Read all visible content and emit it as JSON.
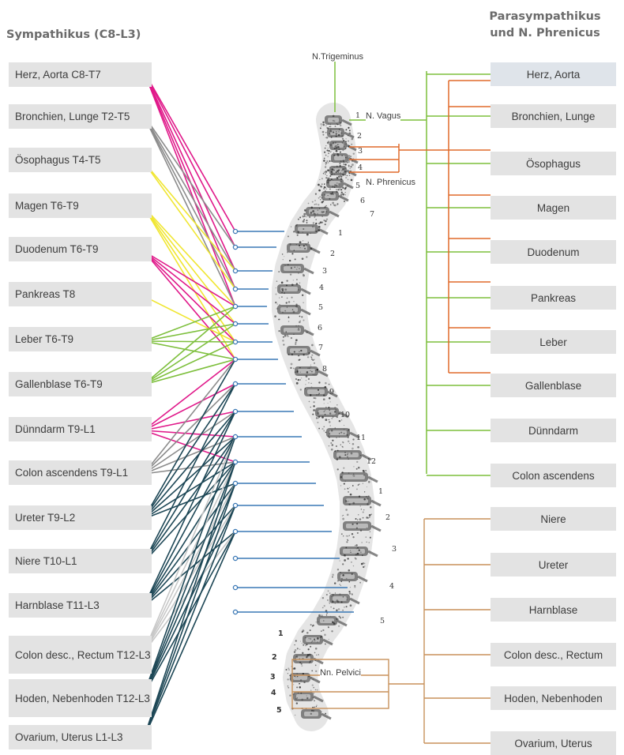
{
  "headers": {
    "left": "Sympathikus (C8-L3)",
    "right_line1": "Parasympathikus",
    "right_line2": "und N. Phrenicus"
  },
  "left_organs": [
    {
      "label": "Herz, Aorta C8-T7",
      "color": "#e0198a"
    },
    {
      "label": "Bronchien, Lunge T2-T5",
      "color": "#8c8c8c"
    },
    {
      "label": "Ösophagus T4-T5",
      "color": "#f0e632"
    },
    {
      "label": "Magen T6-T9",
      "color": "#f0e632"
    },
    {
      "label": "Duodenum T6-T9",
      "color": "#e0198a"
    },
    {
      "label": "Pankreas T8",
      "color": "#f0e632"
    },
    {
      "label": "Leber T6-T9",
      "color": "#7dbf3c"
    },
    {
      "label": "Gallenblase T6-T9",
      "color": "#7dbf3c"
    },
    {
      "label": "Dünndarm T9-L1",
      "color": "#e0198a"
    },
    {
      "label": "Colon ascendens T9-L1",
      "color": "#8c8c8c"
    },
    {
      "label": "Ureter T9-L2",
      "color": "#1d4756"
    },
    {
      "label": "Niere T10-L1",
      "color": "#1d4756"
    },
    {
      "label": "Harnblase T11-L3",
      "color": "#1d4756"
    },
    {
      "label": "Colon desc., Rectum T12-L3",
      "color": "#c8c8c8"
    },
    {
      "label": "Hoden, Nebenhoden T12-L3",
      "color": "#1d4756"
    },
    {
      "label": "Ovarium, Uterus L1-L3",
      "color": "#1d4756"
    }
  ],
  "right_organs": [
    {
      "label": "Herz, Aorta"
    },
    {
      "label": "Bronchien, Lunge"
    },
    {
      "label": "Ösophagus"
    },
    {
      "label": "Magen"
    },
    {
      "label": "Duodenum"
    },
    {
      "label": "Pankreas"
    },
    {
      "label": "Leber"
    },
    {
      "label": "Gallenblase"
    },
    {
      "label": "Dünndarm"
    },
    {
      "label": "Colon ascendens"
    },
    {
      "label": "Niere"
    },
    {
      "label": "Ureter"
    },
    {
      "label": "Harnblase"
    },
    {
      "label": "Colon desc., Rectum"
    },
    {
      "label": "Hoden, Nebenhoden"
    },
    {
      "label": "Ovarium, Uterus"
    }
  ],
  "nerves": {
    "trigeminus": "N.Trigeminus",
    "vagus": "N. Vagus",
    "phrenicus": "N. Phrenicus",
    "pelvici": "Nn. Pelvici"
  },
  "vertebra_numbers": {
    "cervical": [
      "1",
      "2",
      "3",
      "4",
      "5",
      "6",
      "7"
    ],
    "thoracic": [
      "1",
      "2",
      "3",
      "4",
      "5",
      "6",
      "7",
      "8",
      "9",
      "10",
      "11",
      "12"
    ],
    "lumbar": [
      "1",
      "2",
      "3",
      "4",
      "5"
    ],
    "sacral": [
      "1",
      "2",
      "3",
      "4",
      "5"
    ]
  },
  "colors": {
    "vagus": "#7dbf3c",
    "phrenicus": "#e06a2a",
    "pelvici": "#c8915a",
    "spinal_nerve": "#3a78b5",
    "box_bg": "#e3e3e3"
  }
}
